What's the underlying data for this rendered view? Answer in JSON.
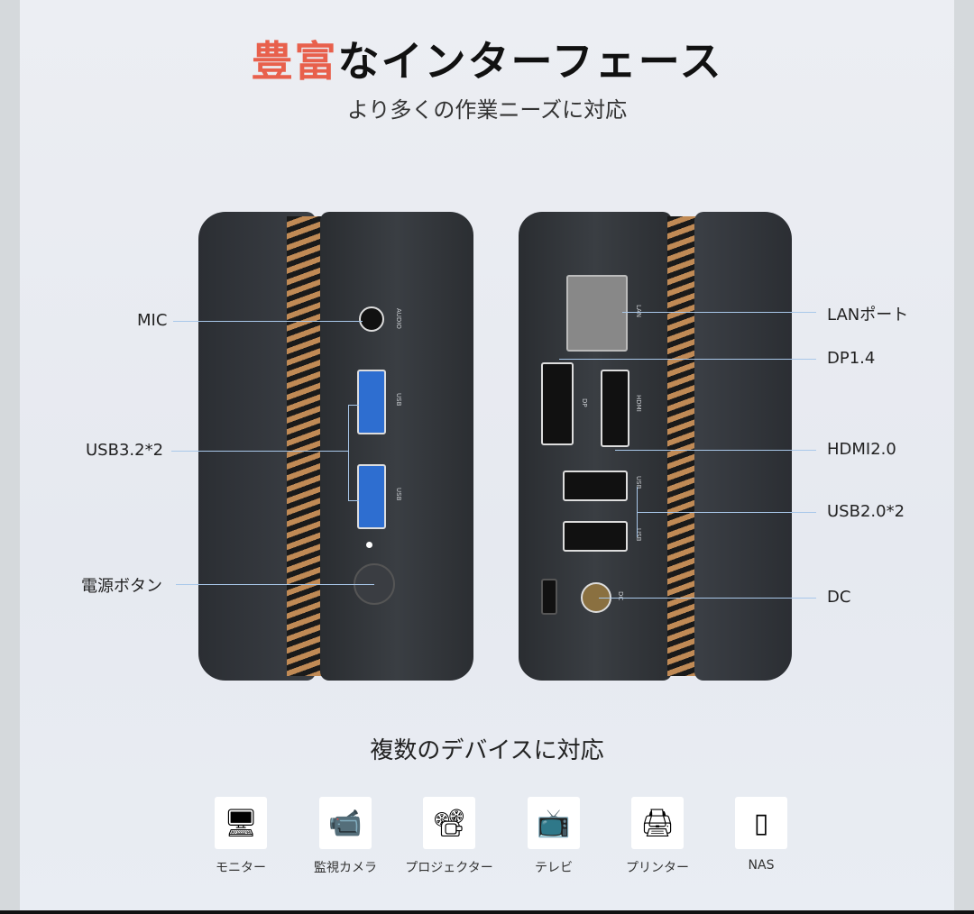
{
  "header": {
    "title_accent": "豊富",
    "title_rest": "なインターフェース",
    "subtitle": "より多くの作業ニーズに対応"
  },
  "left_labels": {
    "mic": "MIC",
    "usb32": "USB3.2*2",
    "power": "電源ボタン"
  },
  "right_labels": {
    "lan": "LANポート",
    "dp": "DP1.4",
    "hdmi": "HDMI2.0",
    "usb20": "USB2.0*2",
    "dc": "DC"
  },
  "port_marks": {
    "audio": "AUDIO",
    "usb": "USB",
    "lan": "LAN",
    "dp": "DP",
    "hdmi": "HDMI",
    "dc": "DC"
  },
  "devices_section": {
    "title": "複数のデバイスに対応",
    "items": [
      {
        "label": "モニター",
        "icon": "monitor-icon",
        "glyph": "🖥"
      },
      {
        "label": "監視カメラ",
        "icon": "security-camera-icon",
        "glyph": "📹"
      },
      {
        "label": "プロジェクター",
        "icon": "projector-icon",
        "glyph": "📽"
      },
      {
        "label": "テレビ",
        "icon": "tv-icon",
        "glyph": "📺"
      },
      {
        "label": "プリンター",
        "icon": "printer-icon",
        "glyph": "🖨"
      },
      {
        "label": "NAS",
        "icon": "nas-icon",
        "glyph": "▯"
      }
    ]
  },
  "colors": {
    "accent": "#e8604c",
    "leader_line": "#a9c8ea",
    "usb3_blue": "#2e6ed0",
    "fan_copper": "#c08a55"
  }
}
